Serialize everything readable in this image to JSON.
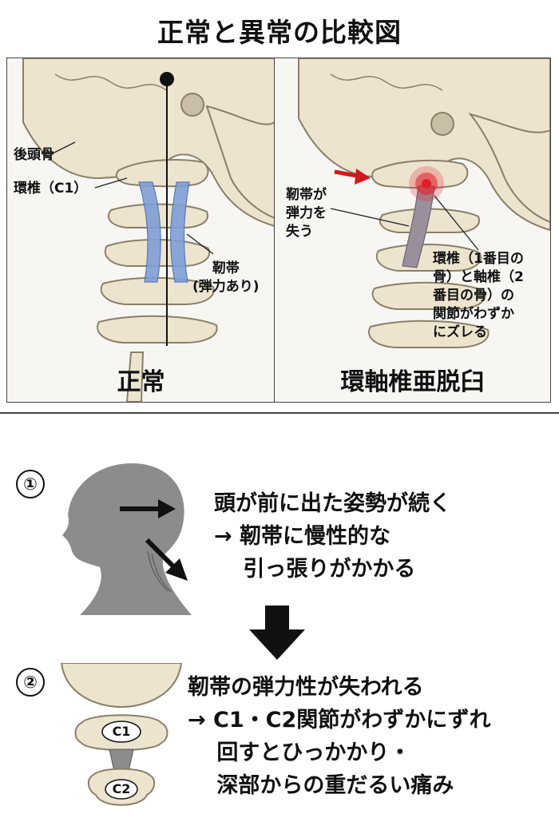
{
  "title": "正常と異常の比較図",
  "normal": {
    "caption": "正常",
    "label_occipital": "後頭骨",
    "label_atlas": "環椎（C1）",
    "label_ligament": "靭帯\n(弾力あり)"
  },
  "abnormal": {
    "caption": "環軸椎亜脱臼",
    "label_ligament": "靭帯が\n弾力を\n失う",
    "label_joint": "環椎（1番目の\n骨）と軸椎（2\n番目の骨）の\n関節がわずか\nにズレる"
  },
  "step1": {
    "number": "①",
    "text": "頭が前に出た姿勢が続く\n→ 靭帯に慢性的な\n　 引っ張りがかかる"
  },
  "step2": {
    "number": "②",
    "c1": "C1",
    "c2": "C2",
    "text": "靭帯の弾力性が失われる\n→ C1・C2関節がわずかにずれ\n　 回すとひっかかり・\n　 深部からの重だるい痛み"
  },
  "colors": {
    "bone": "#ece4cf",
    "bone_outline": "#8a7f68",
    "ligament_normal": "#7f9fd6",
    "ligament_damaged": "#9c8f9c",
    "pain": "#e0202a",
    "arrow_red": "#d0191f",
    "silhouette": "#8c8c8c"
  },
  "icons": [
    "red-arrow-icon",
    "black-arrow-right-icon",
    "black-arrow-down-icon"
  ]
}
